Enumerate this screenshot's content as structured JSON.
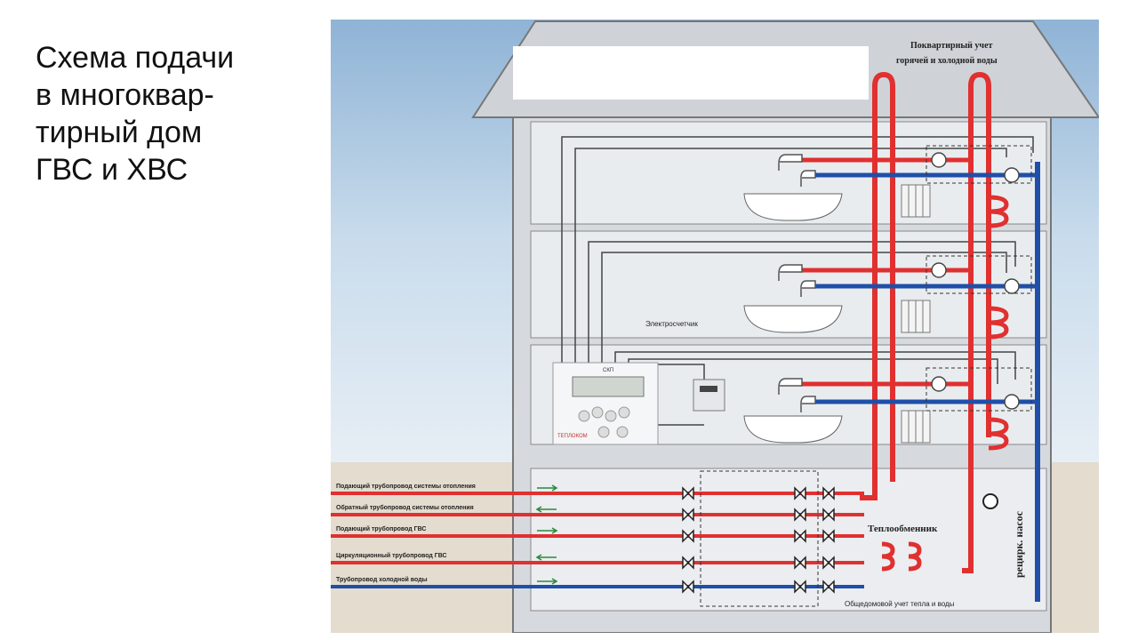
{
  "slide": {
    "title": "Схема подачи\nв многоквар-\nтирный дом\nГВС и ХВС"
  },
  "diagram": {
    "roof_label_line1": "Поквартирный учет",
    "roof_label_line2": "горячей и холодной воды",
    "electric_meter_label": "Электросчетчик",
    "controller_label": "СКП",
    "controller_brand": "ТЕПЛОКОМ",
    "heat_exchanger_label": "Теплообменник",
    "pump_label": "рецирк. насос",
    "house_metering_label": "Общедомовой учет тепла и воды",
    "pipes": [
      {
        "label": "Подающий трубопровод системы отопления",
        "direction": "in",
        "color": "#e03030"
      },
      {
        "label": "Обратный трубопровод системы отопления",
        "direction": "out",
        "color": "#e03030"
      },
      {
        "label": "Подающий трубопровод ГВС",
        "direction": "in",
        "color": "#e03030"
      },
      {
        "label": "Циркуляционный трубопровод ГВС",
        "direction": "out",
        "color": "#e03030"
      },
      {
        "label": "Трубопровод холодной воды",
        "direction": "in",
        "color": "#1f4fa8"
      }
    ],
    "colors": {
      "hot": "#e03030",
      "cold": "#1f4fa8",
      "sky": "#c7dcee",
      "wall": "#d9dde2"
    }
  }
}
